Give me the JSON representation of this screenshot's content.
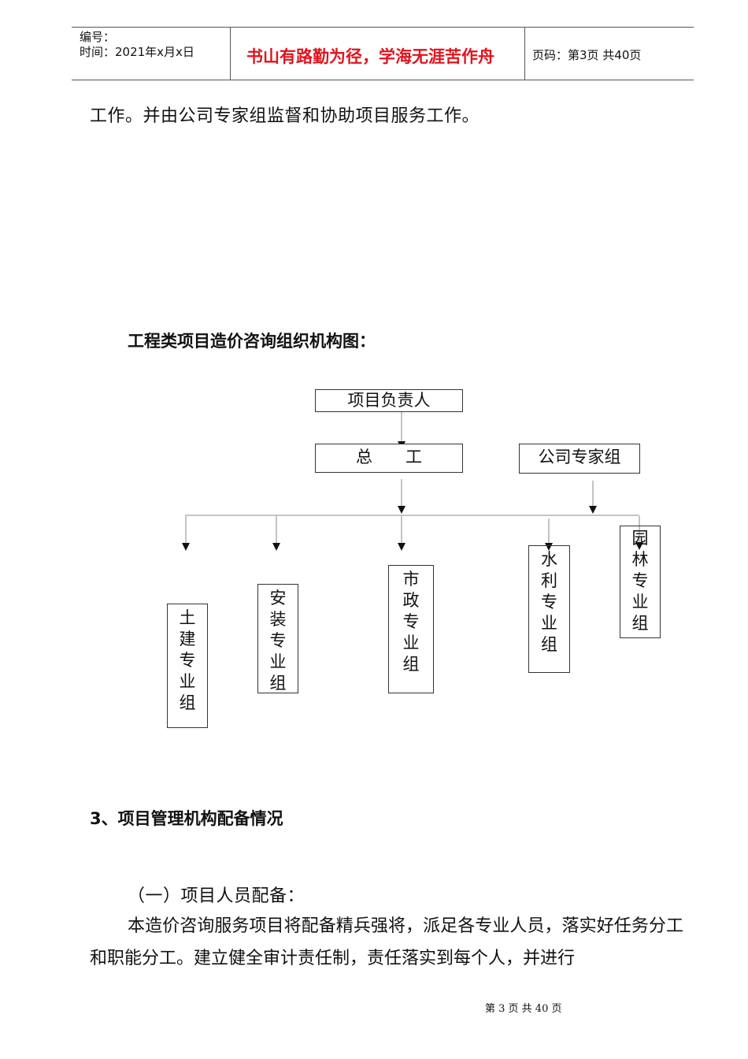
{
  "header": {
    "number_label": "编号：",
    "date_label": "时间：2021年x月x日",
    "motto": "书山有路勤为径，学海无涯苦作舟",
    "page_info": "页码：第3页  共40页"
  },
  "intro_line": "工作。并由公司专家组监督和协助项目服务工作。",
  "chart_heading": "工程类项目造价咨询组织机构图：",
  "org_chart": {
    "top": "项目负责人",
    "chief": "总　　工",
    "experts": "公司专家组",
    "groups": [
      "土建专业组",
      "安装专业组",
      "市政专业组",
      "水利专业组",
      "园林专业组"
    ]
  },
  "section_heading": "3、项目管理机构配备情况",
  "subsection_heading": "（一）项目人员配备：",
  "paragraph": "本造价咨询服务项目将配备精兵强将，派足各专业人员，落实好任务分工和职能分工。建立健全审计责任制，责任落实到每个人，并进行",
  "footer": "第 3 页 共 40 页",
  "colors": {
    "motto": "#e0141e"
  }
}
